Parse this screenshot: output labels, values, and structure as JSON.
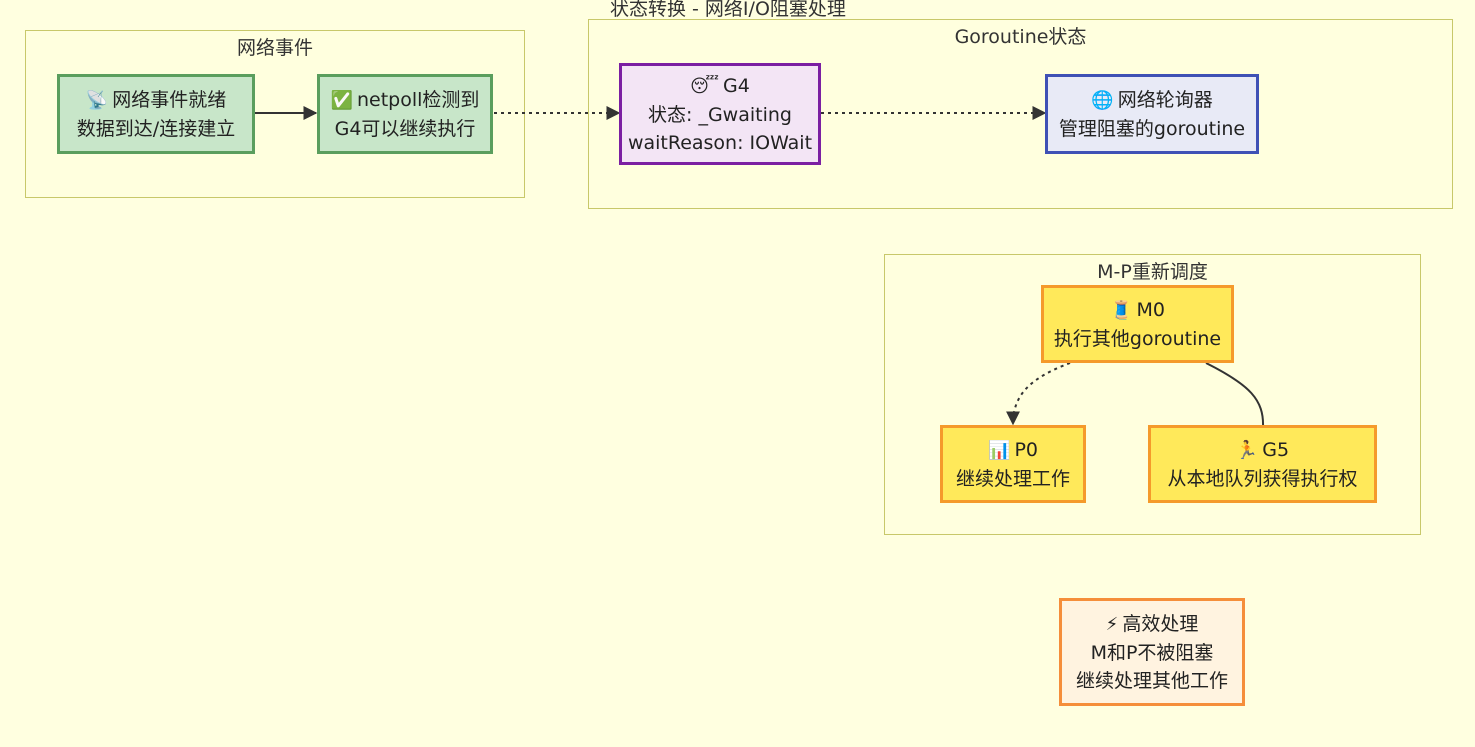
{
  "title": "状态转换 - 网络I/O阻塞处理",
  "clusters": {
    "net_event": "网络事件",
    "goroutine": "Goroutine状态",
    "mp": "M-P重新调度"
  },
  "nodes": {
    "event_ready": {
      "icon": "📡",
      "line1": "网络事件就绪",
      "line2": "数据到达/连接建立"
    },
    "netpoll": {
      "icon": "✅",
      "line1": "netpoll检测到",
      "line2": "G4可以继续执行"
    },
    "g4": {
      "icon": "😴",
      "line1": "G4",
      "line2": "状态: _Gwaiting",
      "line3": "waitReason: IOWait"
    },
    "poller": {
      "icon": "🌐",
      "line1": "网络轮询器",
      "line2": "管理阻塞的goroutine"
    },
    "m0": {
      "icon": "🧵",
      "line1": "M0",
      "line2": "执行其他goroutine"
    },
    "p0": {
      "icon": "📊",
      "line1": "P0",
      "line2": "继续处理工作"
    },
    "g5": {
      "icon": "🏃",
      "line1": "G5",
      "line2": "从本地队列获得执行权"
    },
    "efficient": {
      "icon": "⚡",
      "line1": "高效处理",
      "line2": "M和P不被阻塞",
      "line3": "继续处理其他工作"
    }
  }
}
